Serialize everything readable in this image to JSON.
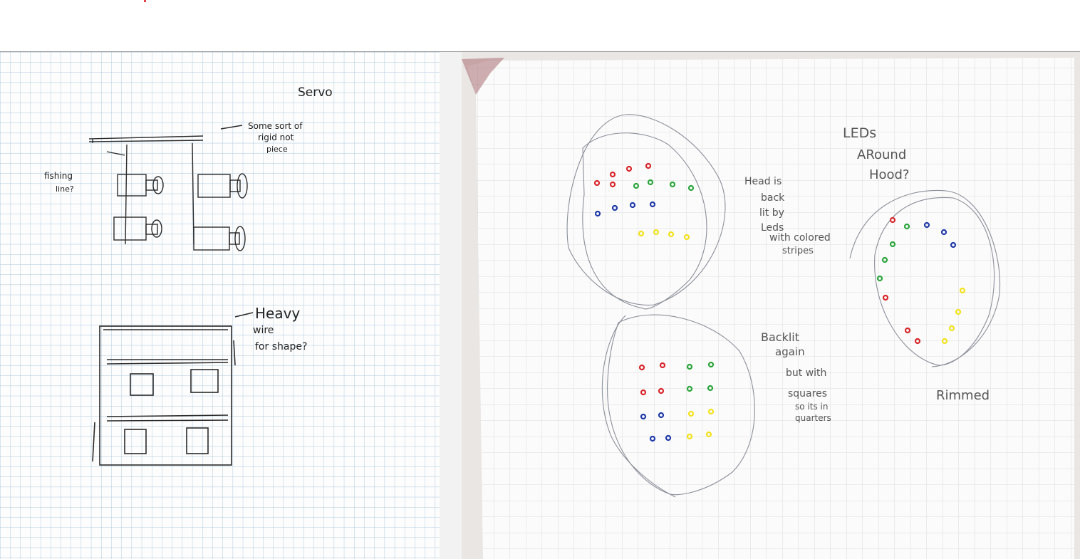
{
  "left_sketch": {
    "labels": {
      "servo": "Servo",
      "rigid_piece": [
        "Some sort of",
        "rigid not",
        "piece"
      ],
      "fishing_line": [
        "fishing",
        "line?"
      ],
      "heavy_wire": [
        "Heavy",
        "wire",
        "for shape?"
      ]
    }
  },
  "right_sketch": {
    "labels": {
      "head_backlit": [
        "Head is",
        "back",
        "lit by",
        "Leds",
        "with colored",
        "stripes"
      ],
      "leds_around_hood": [
        "LEDs",
        "ARound",
        "Hood?"
      ],
      "backlit_squares": [
        "Backlit",
        "again",
        "but with",
        "squares",
        "so its in",
        "quarters"
      ],
      "rimmed": "Rimmed"
    },
    "led_colors": {
      "red": "#d8262a",
      "green": "#2aa53a",
      "blue": "#1f3aa8",
      "yellow": "#f2e21c"
    }
  }
}
